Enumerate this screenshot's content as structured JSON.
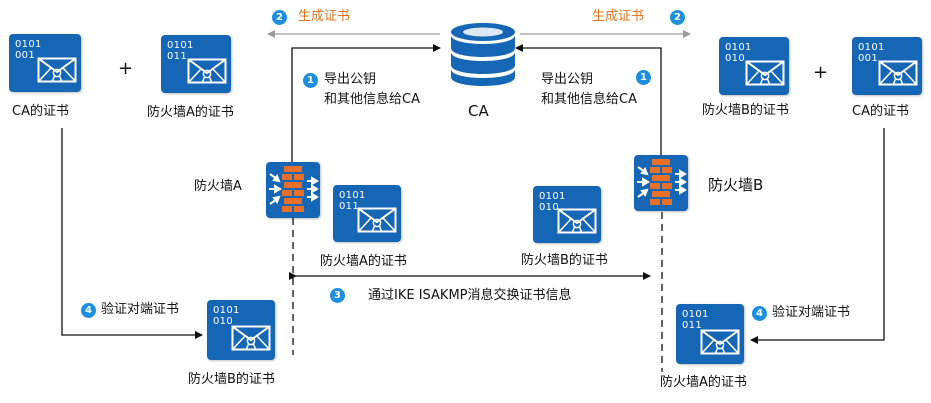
{
  "ca": {
    "label": "CA",
    "icon": "database-icon"
  },
  "left": {
    "ca_cert": {
      "bits": [
        "0101",
        "001"
      ],
      "label": "CA的证书"
    },
    "plus": "+",
    "fwA_cert": {
      "bits": [
        "0101",
        "011"
      ],
      "label": "防火墙A的证书"
    },
    "firewall_label": "防火墙A",
    "sent_cert": {
      "bits": [
        "0101",
        "011"
      ],
      "label": "防火墙A的证书"
    },
    "peer_cert": {
      "bits": [
        "0101",
        "010"
      ],
      "label": "防火墙B的证书"
    }
  },
  "right": {
    "fwB_cert": {
      "bits": [
        "0101",
        "010"
      ],
      "label": "防火墙B的证书"
    },
    "plus": "+",
    "ca_cert": {
      "bits": [
        "0101",
        "001"
      ],
      "label": "CA的证书"
    },
    "firewall_label": "防火墙B",
    "sent_cert": {
      "bits": [
        "0101",
        "010"
      ],
      "label": "防火墙B的证书"
    },
    "peer_cert": {
      "bits": [
        "0101",
        "011"
      ],
      "label": "防火墙A的证书"
    }
  },
  "steps": {
    "generate_left": {
      "num": "2",
      "text": "生成证书"
    },
    "generate_right": {
      "num": "2",
      "text": "生成证书"
    },
    "export_left": {
      "num": "1",
      "line1": "导出公钥",
      "line2": "和其他信息给CA"
    },
    "export_right": {
      "num": "1",
      "line1": "导出公钥",
      "line2": "和其他信息给CA"
    },
    "exchange": {
      "num": "3",
      "text": "通过IKE ISAKMP消息交换证书信息"
    },
    "verify_left": {
      "num": "4",
      "text": "验证对端证书"
    },
    "verify_right": {
      "num": "4",
      "text": "验证对端证书"
    }
  },
  "colors": {
    "cert_blue": "#1566b5",
    "step_badge": "#1e8fde",
    "generate_text": "#e0761a",
    "firewall_brick": "#e8702a",
    "line": "#111111"
  }
}
